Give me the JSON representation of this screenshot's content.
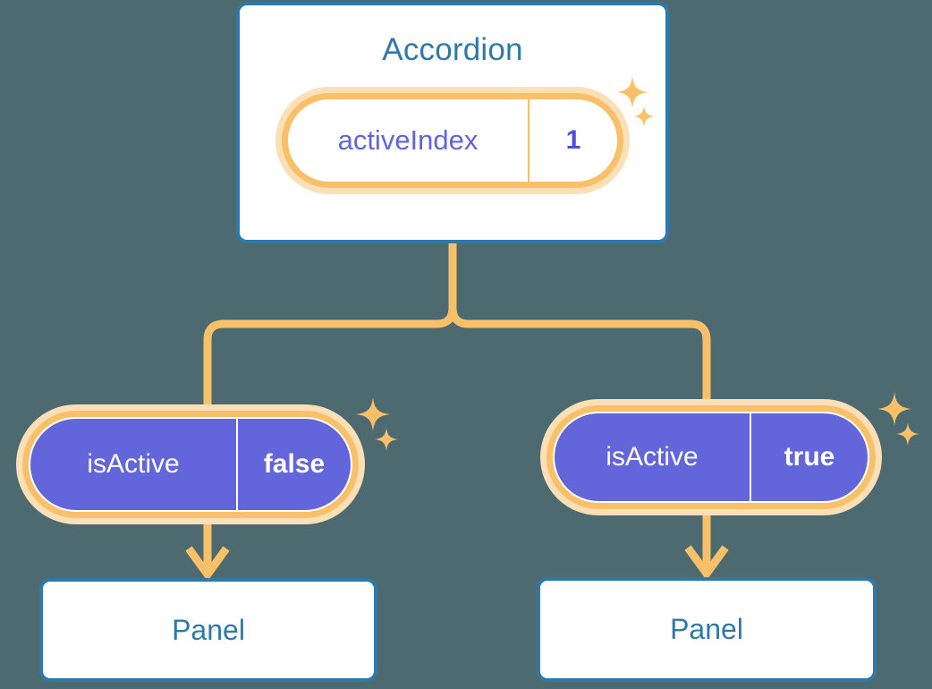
{
  "palette": {
    "background": "#4e6a71",
    "card_border": "#2f79a8",
    "card_fill": "#ffffff",
    "title_text": "#2f79a8",
    "connector": "#f9c06a",
    "ring_outer_glow": "#fbdfb7",
    "ring_solid": "#f9c06a",
    "pill_fill_purple": "#6366db",
    "pill_key_purple_text": "#6164db",
    "pill_value_purple_text": "#4b4edb",
    "pill_text_white": "#ffffff",
    "sparkle": "#f9c06a"
  },
  "diagram": {
    "root": {
      "title": "Accordion",
      "state_pill": {
        "key": "activeIndex",
        "value": "1",
        "style": "light",
        "highlighted": true
      }
    },
    "children": [
      {
        "id": "left",
        "prop_pill": {
          "key": "isActive",
          "value": "false",
          "style": "filled",
          "highlighted": true
        },
        "node": {
          "title": "Panel"
        }
      },
      {
        "id": "right",
        "prop_pill": {
          "key": "isActive",
          "value": "true",
          "style": "filled",
          "highlighted": true
        },
        "node": {
          "title": "Panel"
        }
      }
    ],
    "icons": {
      "sparkle_large": "sparkle-icon",
      "sparkle_small": "sparkle-small-icon",
      "arrow": "arrow-down-icon",
      "branch": "tree-branch-connector"
    }
  }
}
